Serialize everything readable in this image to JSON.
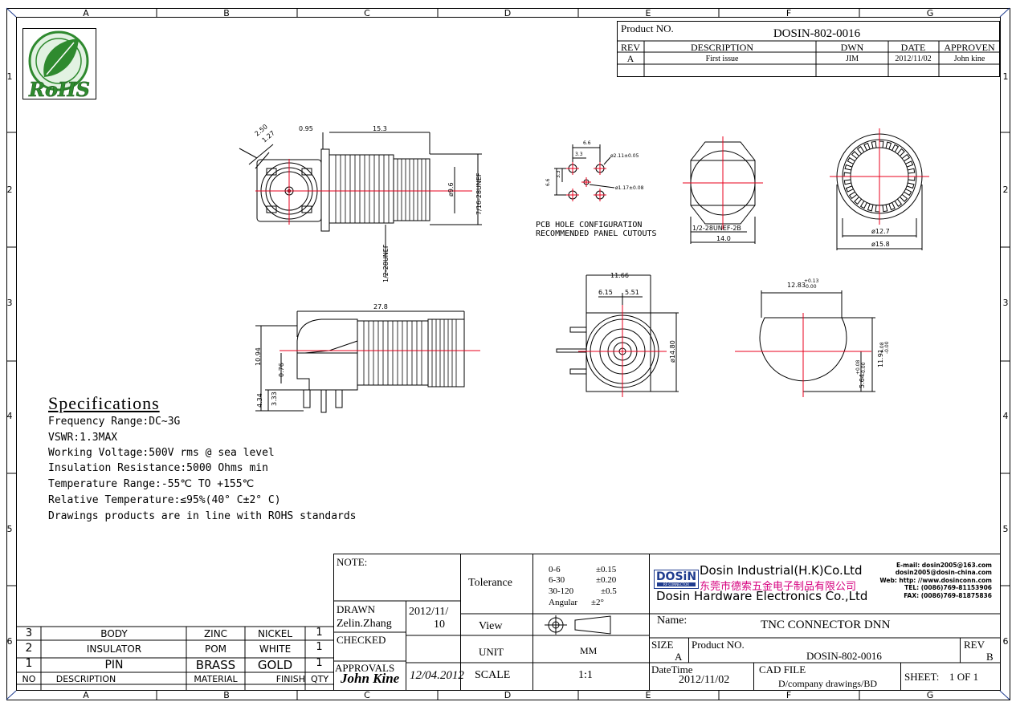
{
  "grid": {
    "columns": [
      "A",
      "B",
      "C",
      "D",
      "E",
      "F",
      "G"
    ],
    "rows": [
      "1",
      "2",
      "3",
      "4",
      "5",
      "6"
    ]
  },
  "logo": {
    "text": "RoHS"
  },
  "revision_block": {
    "product_no_label": "Product NO.",
    "product_no": "DOSIN-802-0016",
    "headers": {
      "rev": "REV",
      "description": "DESCRIPTION",
      "dwn": "DWN",
      "date": "DATE",
      "approved": "APPROVEN"
    },
    "row": {
      "rev": "A",
      "description": "First issue",
      "dwn": "JIM",
      "date": "2012/11/02",
      "approved": "John kine"
    }
  },
  "dimensions": {
    "top_left": {
      "d1": "2.50",
      "d2": "1.27",
      "d3": "0.95",
      "d4": "15.3",
      "d5": "ø9.6",
      "d6": "7/16-28UNEF",
      "d7": "1/2-28UNEF"
    },
    "pcb": {
      "d1": "6.6",
      "d2": "3.3",
      "d3": "3.3",
      "d4": "6.6",
      "d5": "ø2.11±0.05",
      "d6": "ø1.17±0.08",
      "caption1": "PCB HOLE CONFIGURATION",
      "caption2": "RECOMMENDED PANEL CUTOUTS"
    },
    "hex": {
      "d1": "1/2-28UNEF-2B",
      "d2": "14.0"
    },
    "round": {
      "d1": "ø12.7",
      "d2": "ø15.8"
    },
    "side": {
      "d1": "27.8",
      "d2": "10.94",
      "d3": "0.76",
      "d4": "4.34",
      "d5": "3.33"
    },
    "front": {
      "d1": "11.66",
      "d2": "6.15",
      "d3": "5.51",
      "d4": "ø14.80"
    },
    "cutout": {
      "d1": "12.83",
      "d1_tol_plus": "+0.13",
      "d1_tol_minus": "-0.00",
      "d2": "11.91",
      "d2_tol_plus": "+.08",
      "d2_tol_minus": "-0.00",
      "d3": "5.64",
      "d3_tol_plus": "+0.08",
      "d3_tol_minus": "-0.00"
    }
  },
  "specifications": {
    "title": "Specifications",
    "lines": [
      "Frequency Range:DC~3G",
      "VSWR:1.3MAX",
      "Working Voltage:500V rms @ sea level",
      "Insulation Resistance:5000 Ohms min",
      "Temperature Range:-55℃ TO +155℃",
      "Relative Temperature:≤95%(40° C±2° C)",
      "Drawings products are in line with ROHS standards"
    ]
  },
  "bom": {
    "headers": {
      "no": "NO",
      "description": "DESCRIPTION",
      "material": "MATERIAL",
      "finish": "FINISH",
      "qty": "QTY"
    },
    "rows": [
      {
        "no": "3",
        "description": "BODY",
        "material": "ZINC",
        "finish": "NICKEL",
        "qty": "1"
      },
      {
        "no": "2",
        "description": "INSULATOR",
        "material": "POM",
        "finish": "WHITE",
        "qty": "1"
      },
      {
        "no": "1",
        "description": "PIN",
        "material": "BRASS",
        "finish": "GOLD",
        "qty": "1"
      }
    ]
  },
  "title_block": {
    "note_label": "NOTE:",
    "tolerance_label": "Tolerance",
    "tolerances": [
      {
        "range": "0-6",
        "tol": "±0.15"
      },
      {
        "range": "6-30",
        "tol": "±0.20"
      },
      {
        "range": "30-120",
        "tol": "±0.5"
      },
      {
        "range": "Angular",
        "tol": "±2°"
      }
    ],
    "drawn_label": "DRAWN",
    "drawn_by": "Zelin.Zhang",
    "drawn_date1": "2012/11/",
    "drawn_date2": "10",
    "checked_label": "CHECKED",
    "approvals_label": "APPROVALS",
    "approvals_sig": "John Kine",
    "approvals_date": "12/04.2012",
    "view_label": "View",
    "unit_label": "UNIT",
    "unit_value": "MM",
    "scale_label": "SCALE",
    "scale_value": "1:1",
    "company_logo": "DOSiN",
    "company_logo_sub": "RF CONNECTOR",
    "company_name": "Dosin Industrial(H.K)Co.Ltd",
    "company_cn": "东莞市德索五金电子制品有限公司",
    "company_name2": "Dosin Hardware Electronics Co.,Ltd",
    "contact": [
      "E-mail: dosin2005@163.com",
      "dosin2005@dosin-china.com",
      "Web: http: //www.dosinconn.com",
      "TEL: (0086)769-81153906",
      "FAX: (0086)769-81875836"
    ],
    "name_label": "Name:",
    "name_value": "TNC CONNECTOR DNN",
    "size_label": "SIZE",
    "size_value": "A",
    "product_no_label": "Product NO.",
    "product_no": "DOSIN-802-0016",
    "rev_label": "REV",
    "rev_value": "B",
    "datetime_label": "DateTime",
    "datetime_value": "2012/11/02",
    "cad_label": "CAD FILE",
    "cad_value": "D/company drawings/BD",
    "sheet_label": "SHEET:",
    "sheet_value": "1 OF 1"
  },
  "colors": {
    "red": "#e8001c",
    "pink": "#d6007f",
    "blue": "#1f3c8f",
    "green": "#2f8a2f",
    "line": "#000000"
  }
}
